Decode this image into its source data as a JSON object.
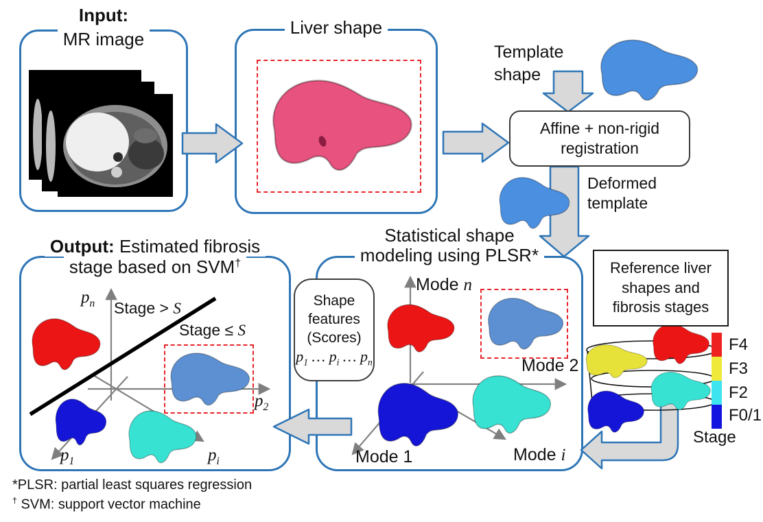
{
  "colors": {
    "box_border": "#2E75B6",
    "arrow_fill": "#D9D9D9",
    "arrow_stroke": "#2E75B6",
    "dashed_box": "#E8242A",
    "axis": "#828282",
    "liver_pink": "#E8527E",
    "liver_template_blue": "#4A8FE0",
    "liver_steel_blue": "#5C90D2",
    "liver_red": "#EC1515",
    "liver_dark_blue": "#1515D8",
    "liver_cyan": "#38E2D2",
    "liver_yellow": "#E6E23A",
    "stage_f4": "#EE2020",
    "stage_f3": "#EFE93B",
    "stage_f2": "#3EE4EF",
    "stage_f01": "#1414E0"
  },
  "input_box": {
    "title": "Input:",
    "subtitle": "MR image"
  },
  "liver_box": {
    "title": "Liver shape"
  },
  "template": {
    "line1": "Template",
    "line2": "shape"
  },
  "registration": {
    "line1": "Affine + non-rigid",
    "line2": "registration"
  },
  "deformed": {
    "line1": "Deformed",
    "line2": "template"
  },
  "ssm": {
    "title1": "Statistical shape",
    "title2": "modeling using PLSR*",
    "mode_n_text": "Mode ",
    "mode_n_var": "n",
    "mode_2": "Mode 2",
    "mode_1": "Mode 1",
    "mode_i_text": "Mode ",
    "mode_i_var": "i"
  },
  "scores_box": {
    "line1": "Shape",
    "line2": "features",
    "line3": "(Scores)",
    "p": "p",
    "sub1": "1",
    "subi": "i",
    "subn": "n",
    "dots1": " … ",
    "dots2": " … "
  },
  "output_box": {
    "title_bold": "Output:",
    "title_rest": " Estimated fibrosis",
    "title_line2": "stage based on SVM",
    "title_sup": "†",
    "stage_gt": "Stage > ",
    "stage_gt_var": "S",
    "stage_le": "Stage ≤ ",
    "stage_le_var": "S",
    "p": "p",
    "sub_n": "n",
    "sub_1": "1",
    "sub_2": "2",
    "sub_i": "i"
  },
  "reference_box": {
    "line1": "Reference liver",
    "line2": "shapes and",
    "line3": "fibrosis stages"
  },
  "colorbar": {
    "labels": [
      "F4",
      "F3",
      "F2",
      "F0/1"
    ],
    "stage": "Stage"
  },
  "footnotes": {
    "plsr": "*PLSR: partial least squares regression",
    "svm_sup": "†",
    "svm_text": " SVM: support vector machine"
  }
}
